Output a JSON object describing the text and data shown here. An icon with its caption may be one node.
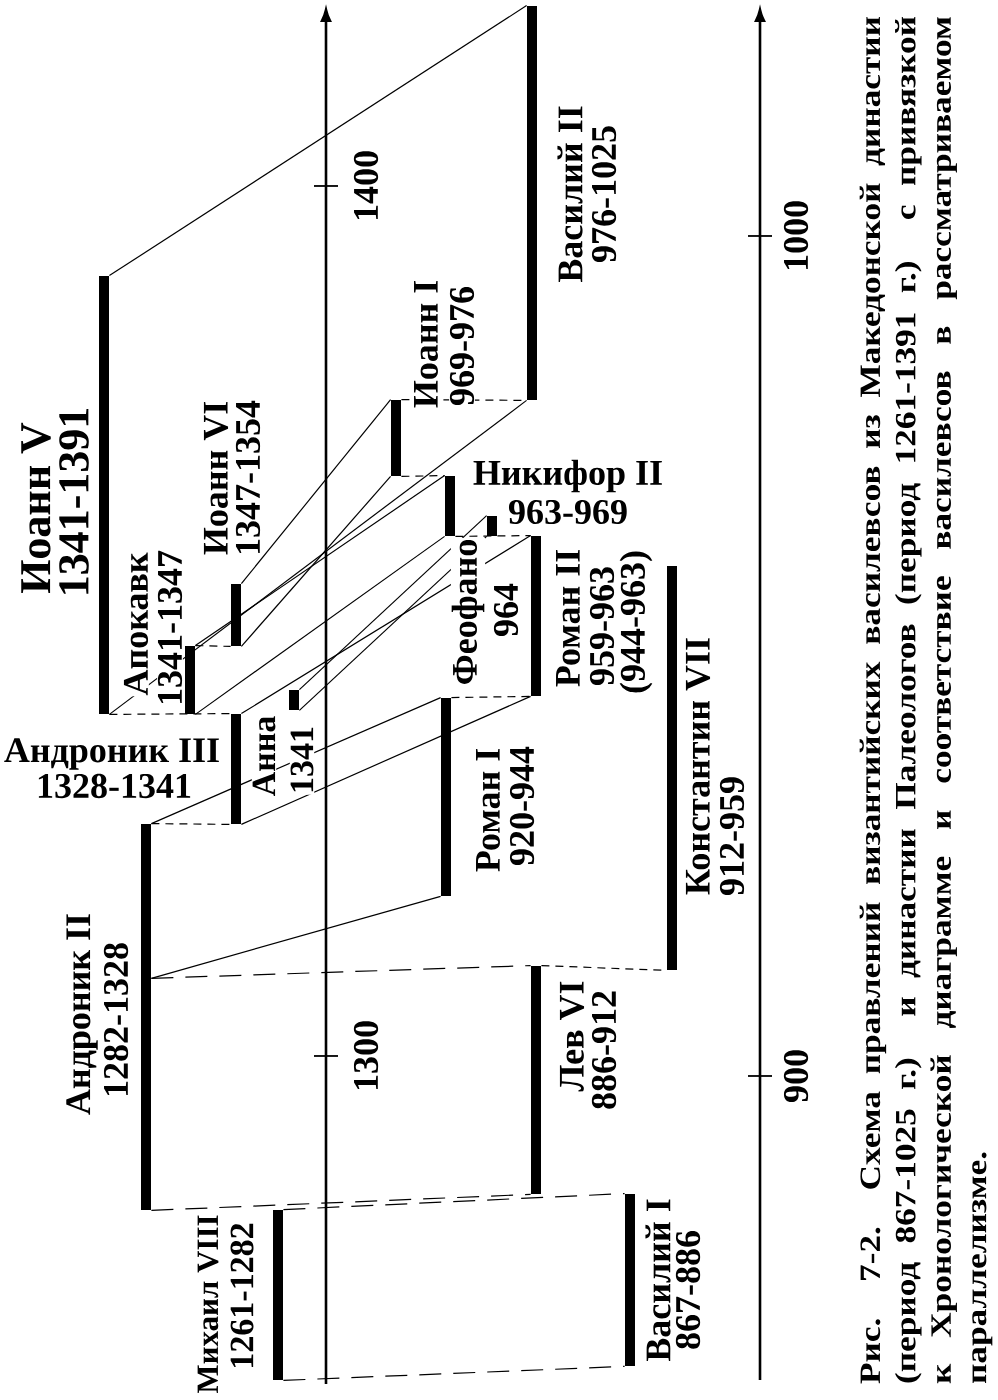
{
  "diagram": {
    "caption": "Рис. 7-2. Схема правлений византийских василевсов из Македонской династии (период 867-1025 г.) и династии Палеологов (период 1261-1391 г.) с привязкой к Хронологической диаграмме и соответствие василевсов в рассматриваемом параллелизме.",
    "nodes": [
      {
        "text": [],
        "shape": "bar",
        "beside": [
          "Михаил VIII",
          "1261-1282"
        ]
      },
      {
        "text": [],
        "shape": "bar",
        "beside": [
          "Андроник II",
          "1282-1328"
        ]
      },
      {
        "text": [],
        "shape": "bar",
        "beside": [
          "Андроник III",
          "1328-1341"
        ]
      },
      {
        "text": [],
        "shape": "bar",
        "beside": [
          "Анна",
          "1341"
        ]
      },
      {
        "text": [],
        "shape": "bar",
        "beside": [
          "Апокавк",
          "1341-1347"
        ]
      },
      {
        "text": [],
        "shape": "bar",
        "beside": [
          "Иоанн VI",
          "1347-1354"
        ]
      },
      {
        "text": [],
        "shape": "bar",
        "beside": [
          "Иоанн V",
          "1341-1391"
        ]
      },
      {
        "text": [],
        "shape": "bar",
        "beside": [
          "Василий I",
          "867-886"
        ]
      },
      {
        "text": [],
        "shape": "bar",
        "beside": [
          "Лев VI",
          "886-912"
        ]
      },
      {
        "text": [],
        "shape": "bar",
        "beside": [
          "Константин VII",
          "912-959"
        ]
      },
      {
        "text": [],
        "shape": "bar",
        "beside": [
          "Роман I",
          "920-944"
        ]
      },
      {
        "text": [],
        "shape": "bar",
        "beside": [
          "Роман II",
          "959-963",
          "(944-963)"
        ]
      },
      {
        "text": [],
        "shape": "bar",
        "beside": [
          "Феофано",
          "964"
        ]
      },
      {
        "text": [],
        "shape": "bar",
        "beside": [
          "Никифор II",
          "963-969"
        ]
      },
      {
        "text": [],
        "shape": "bar",
        "beside": [
          "Иоанн I",
          "969-976"
        ]
      },
      {
        "text": [],
        "shape": "bar",
        "beside": [
          "Василий II",
          "976-1025"
        ]
      }
    ],
    "edges": [
      {
        "from": 6,
        "to": 15,
        "arrow": "none"
      },
      {
        "from": 6,
        "to": 15,
        "arrow": "none"
      },
      {
        "from": 5,
        "to": 14,
        "arrow": "none"
      },
      {
        "from": 5,
        "to": 14,
        "arrow": "none"
      },
      {
        "from": 4,
        "to": 13,
        "arrow": "none"
      },
      {
        "from": 4,
        "to": 13,
        "arrow": "none"
      },
      {
        "from": 3,
        "to": 12,
        "arrow": "none"
      },
      {
        "from": 3,
        "to": 12,
        "arrow": "none"
      },
      {
        "from": 2,
        "to": 11,
        "arrow": "none"
      },
      {
        "from": 2,
        "to": 11,
        "arrow": "none"
      },
      {
        "from": 1,
        "to": 10,
        "arrow": "none"
      },
      {
        "from": 1,
        "to": 10,
        "arrow": "none"
      },
      {
        "from": 1,
        "to": 8,
        "arrow": "none",
        "style": "dashed"
      },
      {
        "from": 1,
        "to": 8,
        "arrow": "none",
        "style": "dashed"
      },
      {
        "from": 0,
        "to": 7,
        "arrow": "none",
        "style": "dashed"
      },
      {
        "from": 0,
        "to": 7,
        "arrow": "none",
        "style": "dashed"
      },
      {
        "from": 1,
        "to": 2,
        "arrow": "none",
        "style": "dashed"
      },
      {
        "from": 6,
        "to": 2,
        "arrow": "none",
        "style": "dashed"
      },
      {
        "from": 4,
        "to": 5,
        "arrow": "none",
        "style": "dashed"
      },
      {
        "from": 14,
        "to": 15,
        "arrow": "none",
        "style": "dashed"
      },
      {
        "from": 14,
        "to": 13,
        "arrow": "none",
        "style": "dashed"
      },
      {
        "from": 13,
        "to": 11,
        "arrow": "none",
        "style": "dashed"
      },
      {
        "from": 10,
        "to": 11,
        "arrow": "none",
        "style": "dashed"
      },
      {
        "from": 8,
        "to": 9,
        "arrow": "none",
        "style": "dashed"
      }
    ],
    "labels": [
      "1400",
      "1300",
      "1000",
      "900"
    ]
  }
}
